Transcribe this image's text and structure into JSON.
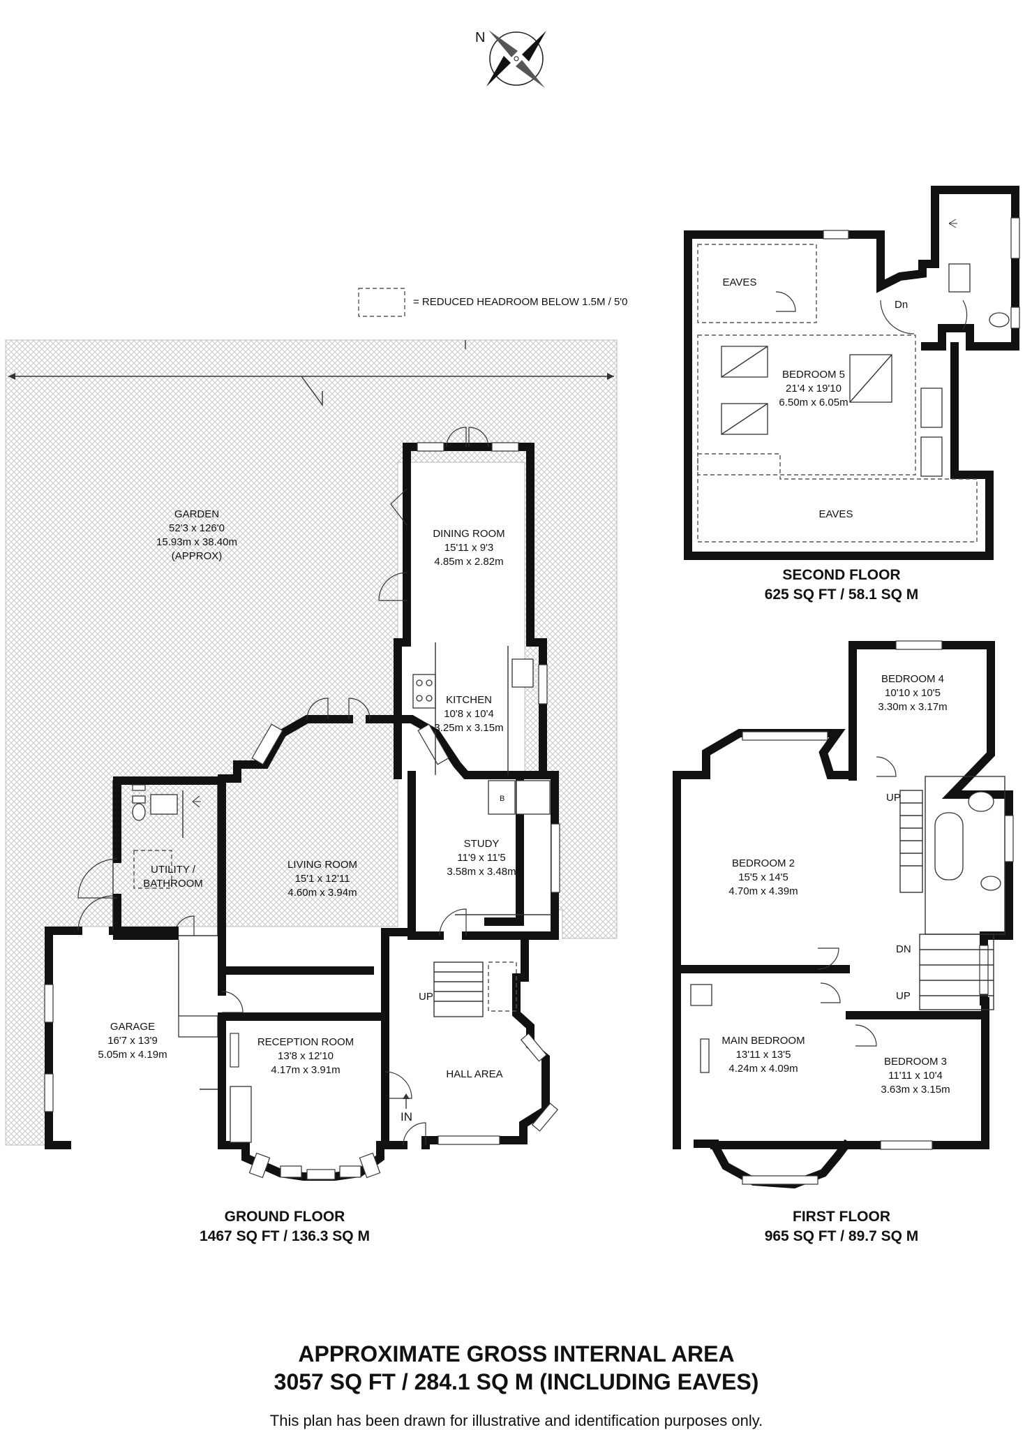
{
  "compass": {
    "north_label": "N"
  },
  "legend": {
    "text": "= REDUCED HEADROOM BELOW 1.5M / 5'0"
  },
  "rooms": {
    "garden": [
      "GARDEN",
      "52'3 x 126'0",
      "15.93m x 38.40m",
      "(APPROX)"
    ],
    "dining": [
      "DINING ROOM",
      "15'11 x 9'3",
      "4.85m x 2.82m"
    ],
    "kitchen": [
      "KITCHEN",
      "10'8 x 10'4",
      "3.25m x 3.15m"
    ],
    "living": [
      "LIVING ROOM",
      "15'1 x 12'11",
      "4.60m x 3.94m"
    ],
    "study": [
      "STUDY",
      "11'9 x 11'5",
      "3.58m x 3.48m"
    ],
    "utility": [
      "UTILITY /",
      "BATHROOM"
    ],
    "garage": [
      "GARAGE",
      "16'7 x 13'9",
      "5.05m x 4.19m"
    ],
    "reception": [
      "RECEPTION ROOM",
      "13'8 x 12'10",
      "4.17m x 3.91m"
    ],
    "hall": [
      "HALL AREA"
    ],
    "bedroom5": [
      "BEDROOM 5",
      "21'4 x 19'10",
      "6.50m x 6.05m"
    ],
    "bedroom4": [
      "BEDROOM 4",
      "10'10 x 10'5",
      "3.30m x 3.17m"
    ],
    "bedroom2": [
      "BEDROOM 2",
      "15'5 x 14'5",
      "4.70m x 4.39m"
    ],
    "main_bedroom": [
      "MAIN BEDROOM",
      "13'11 x 13'5",
      "4.24m x 4.09m"
    ],
    "bedroom3": [
      "BEDROOM 3",
      "11'11 x 10'4",
      "3.63m x 3.15m"
    ],
    "eaves_top": [
      "EAVES"
    ],
    "eaves_bottom": [
      "EAVES"
    ]
  },
  "markers": {
    "up_ground": "UP",
    "in": "IN",
    "dn_second": "Dn",
    "up_first_top": "UP",
    "dn_first": "DN",
    "up_first_bottom": "UP",
    "boiler": "B"
  },
  "floors": {
    "ground": {
      "name": "GROUND FLOOR",
      "area": "1467 SQ FT / 136.3 SQ M"
    },
    "first": {
      "name": "FIRST FLOOR",
      "area": "965 SQ FT / 89.7 SQ M"
    },
    "second": {
      "name": "SECOND FLOOR",
      "area": "625 SQ FT / 58.1 SQ M"
    }
  },
  "totals": {
    "line1": "APPROXIMATE GROSS INTERNAL AREA",
    "line2": "3057 SQ FT / 284.1 SQ M  (INCLUDING EAVES)"
  },
  "disclaimer": "This plan has been drawn for illustrative and identification purposes only."
}
